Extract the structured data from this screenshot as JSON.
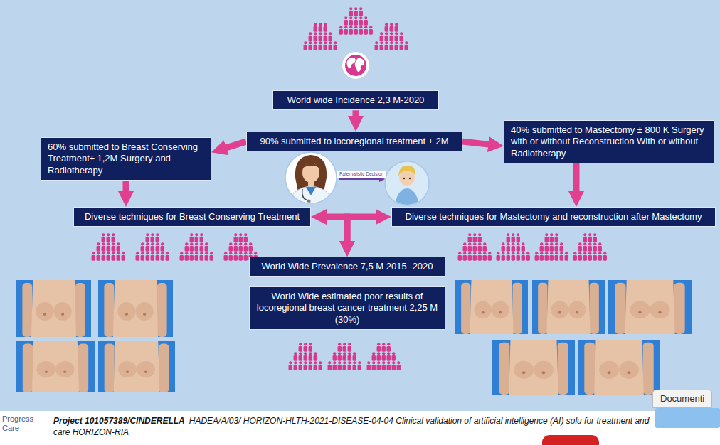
{
  "diagram": {
    "nodes": [
      {
        "text": [
          "World wide Incidence 2,3 M-2020"
        ]
      },
      {
        "text": [
          "90% submitted to locoregional treatment ± 2M"
        ]
      },
      {
        "text": [
          "60% submitted to Breast Conserving Treatment± 1,2M Surgery and Radiotherapy"
        ]
      },
      {
        "text": [
          "40% submitted to Mastectomy ± 800 K Surgery with or without Reconstruction With or without Radiotherapy"
        ]
      },
      {
        "text": [
          "Diverse techniques for Breast Conserving Treatment"
        ]
      },
      {
        "text": [
          "Diverse techniques for Mastectomy and reconstruction after Mastectomy"
        ]
      },
      {
        "text": [
          "World Wide Prevalence 7,5 M 2015 -2020"
        ]
      },
      {
        "text": [
          "World Wide estimated poor results of locoregional breast cancer treatment 2,25 M (30%)"
        ]
      }
    ],
    "edges": [
      {
        "from": 0,
        "to": 1,
        "arrow": "to"
      },
      {
        "from": 1,
        "to": 2,
        "arrow": "to"
      },
      {
        "from": 1,
        "to": 3,
        "arrow": "to"
      },
      {
        "from": 2,
        "to": 4,
        "arrow": "to"
      },
      {
        "from": 3,
        "to": 5,
        "arrow": "to"
      },
      {
        "from": 4,
        "to": 6,
        "arrow": "both"
      },
      {
        "from": 5,
        "to": 6,
        "arrow": "both"
      }
    ],
    "labels": [
      "Paternalistic Decision",
      "Progress Care",
      "Project 101057389/CINDERELLA",
      "HADEA/A/03/ HORIZON-HLTH-2021-DISEASE-04-04 Clinical validation of artificial intelligence (AI) solu for treatment and care HORIZON-RIA",
      "Documenti"
    ]
  }
}
